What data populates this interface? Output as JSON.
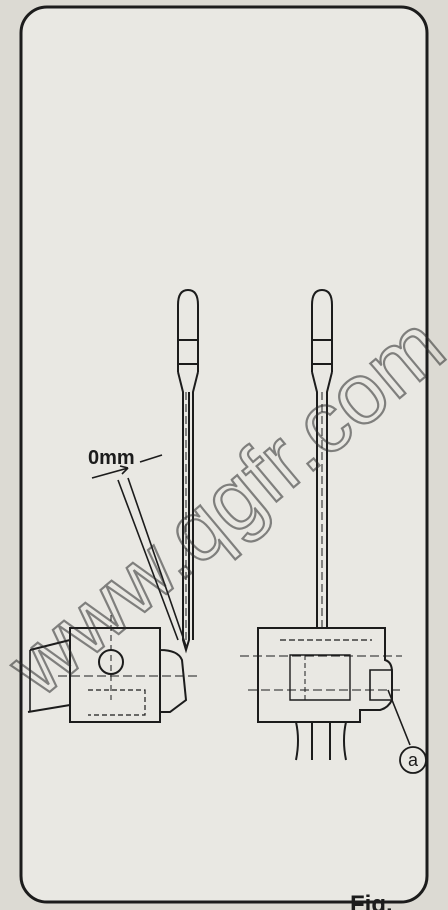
{
  "diagram": {
    "gap_label": "0mm",
    "callout_label": "a",
    "caption": "Fig.",
    "watermark": "www.qgfr.com"
  },
  "colors": {
    "paper": "#e9e8e3",
    "ink": "#1c1c1c",
    "background": "#dcdad3"
  }
}
